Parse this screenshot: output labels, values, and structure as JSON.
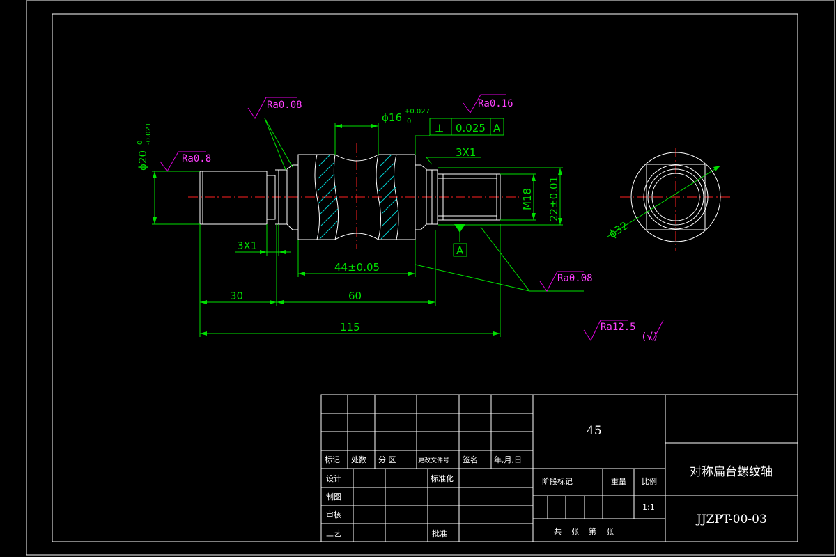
{
  "dims": {
    "d20": "ϕ20",
    "d20_tol_upper": "0",
    "d20_tol_lower": "-0.021",
    "d16": "ϕ16",
    "d16_tol_upper": "+0.027",
    "d16_tol_lower": "0",
    "chamfer_right": "3X1",
    "chamfer_left": "3X1",
    "len_44": "44±0.05",
    "len_30": "30",
    "len_60": "60",
    "len_115": "115",
    "thread": "M18",
    "d22": "22±0.01",
    "d32": "ϕ32"
  },
  "tolerance_frame": {
    "symbol": "⊥",
    "value": "0.025",
    "datum": "A"
  },
  "datum_label": "A",
  "roughness": {
    "ra008_top": "Ra0.08",
    "ra016": "Ra0.16",
    "ra08_left": "Ra0.8",
    "ra008_right": "Ra0.08",
    "ra125": "Ra12.5",
    "rest_mark": "(√)"
  },
  "title_block": {
    "headers": [
      "标记",
      "处数",
      "分 区",
      "更改文件号",
      "签名",
      "年,月,日"
    ],
    "design": "设计",
    "standardize": "标准化",
    "drawing": "制图",
    "review": "审核",
    "process": "工艺",
    "approve": "批准",
    "stage_mark": "阶段标记",
    "weight": "重量",
    "scale_label": "比例",
    "scale_value": "1:1",
    "sheets": "共    张    第    张",
    "material": "45",
    "part_name": "对称扁台螺纹轴",
    "drawing_no": "JJZPT-00-03"
  }
}
